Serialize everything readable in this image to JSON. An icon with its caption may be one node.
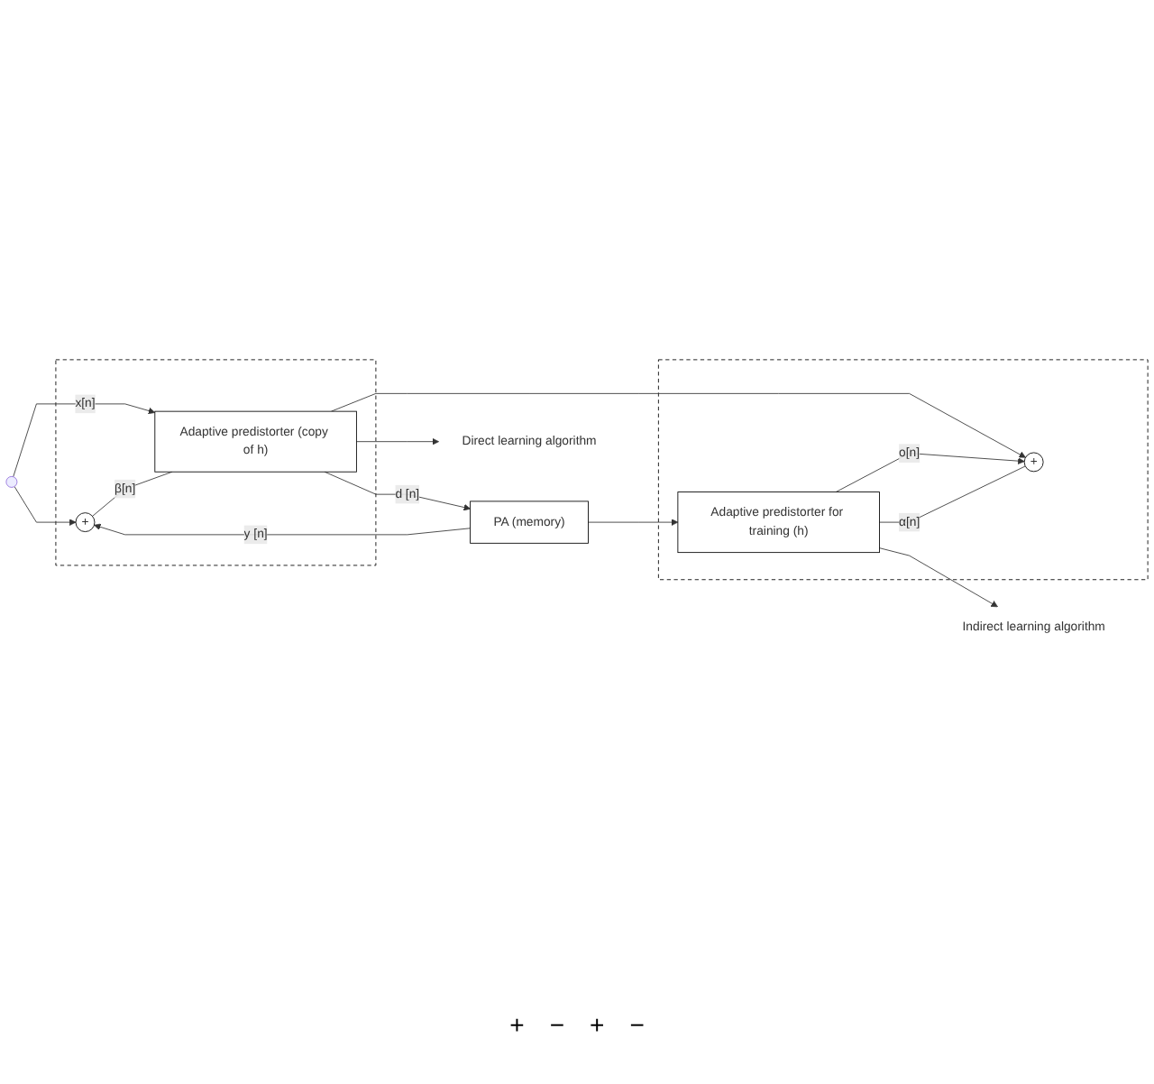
{
  "diagram": {
    "nodes": [
      {
        "text": [],
        "shape": "box"
      },
      {
        "text": [
          "+"
        ],
        "in": 0
      },
      {
        "text": [
          "Adaptive predistorter (copy of h)"
        ],
        "in": 0
      },
      {
        "text": [
          "PA (memory)"
        ]
      },
      {
        "text": [
          "Direct learning algorithm"
        ]
      },
      {
        "text": [],
        "shape": "box"
      },
      {
        "text": [
          "+"
        ],
        "in": 5
      },
      {
        "text": [
          "Adaptive predistorter for training (h)"
        ],
        "in": 5
      },
      {
        "text": [
          "Indirect learning algorithm"
        ]
      }
    ],
    "edges": [
      {
        "from": null,
        "to": 2,
        "arrow": "to",
        "label": "x[n]"
      },
      {
        "from": null,
        "to": 1,
        "arrow": "to"
      },
      {
        "from": 1,
        "to": 2,
        "arrow": "none",
        "label": "β[n]"
      },
      {
        "from": 2,
        "to": 3,
        "arrow": "to",
        "label": "d [n]"
      },
      {
        "from": 3,
        "to": 1,
        "arrow": "to",
        "label": "y [n]"
      },
      {
        "from": 3,
        "to": 7,
        "arrow": "to"
      },
      {
        "from": 2,
        "to": 6,
        "arrow": "to"
      },
      {
        "from": 7,
        "to": 6,
        "arrow": "to",
        "label": "o[n]"
      },
      {
        "from": 6,
        "to": 7,
        "arrow": "none",
        "label": "α[n]"
      },
      {
        "from": 2,
        "to": 4,
        "arrow": "to"
      },
      {
        "from": 7,
        "to": 8,
        "arrow": "to"
      }
    ],
    "labels": [
      "+",
      "−",
      "+",
      "−"
    ]
  }
}
